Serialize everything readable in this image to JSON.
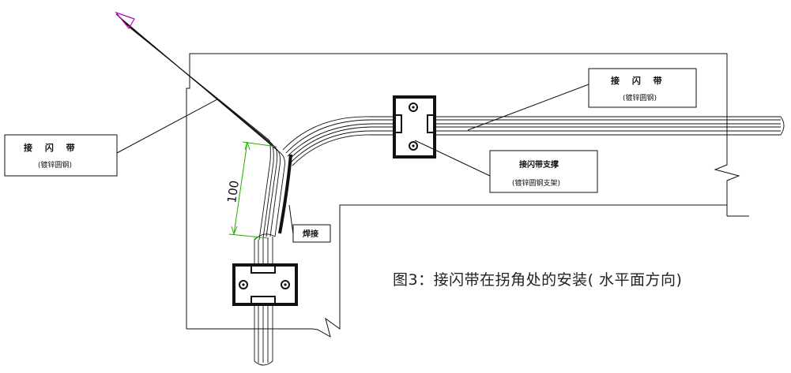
{
  "labels": {
    "left_main": "接 闪 带",
    "left_sub": "(镀锌圆钢)",
    "right_main": "接 闪 带",
    "right_sub": "(镀锌圆钢)",
    "support_main": "接闪带支撑",
    "support_sub": "(镀锌圆钢支架)",
    "weld": "焊接"
  },
  "dimension": {
    "value": "100"
  },
  "caption": "图3：接闪带在拐角处的安装( 水平面方向)",
  "colors": {
    "line": "#111111",
    "dimension": "#22b000",
    "tip": "#c000c0"
  }
}
